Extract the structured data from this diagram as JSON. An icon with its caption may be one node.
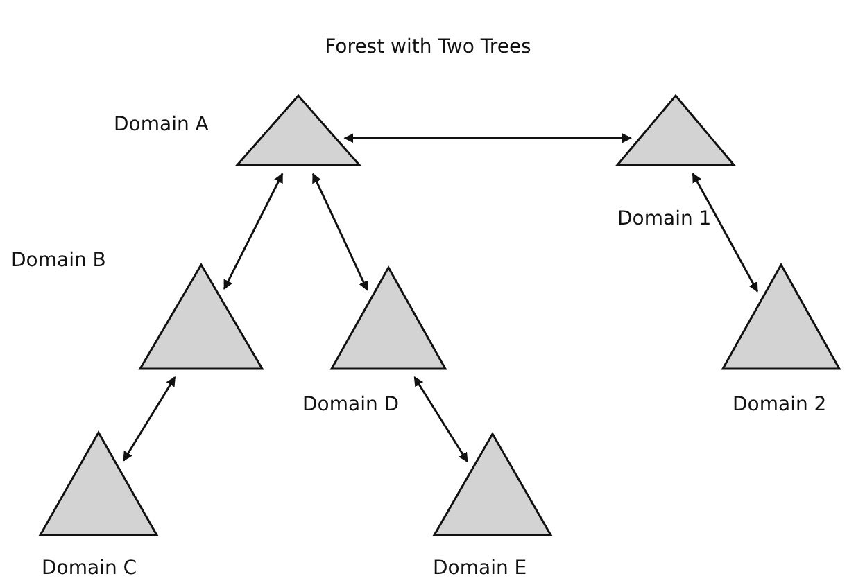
{
  "diagram": {
    "title": "Forest with Two Trees",
    "nodes": [
      {
        "text": [
          "Domain A"
        ]
      },
      {
        "text": [
          "Domain 1"
        ]
      },
      {
        "text": [
          "Domain B"
        ]
      },
      {
        "text": [
          "Domain D"
        ]
      },
      {
        "text": [
          "Domain 2"
        ]
      },
      {
        "text": [
          "Domain C"
        ]
      },
      {
        "text": [
          "Domain E"
        ]
      }
    ],
    "edges": [
      {
        "from": 0,
        "to": 1,
        "arrow": "both"
      },
      {
        "from": 0,
        "to": 2,
        "arrow": "both"
      },
      {
        "from": 0,
        "to": 3,
        "arrow": "both"
      },
      {
        "from": 1,
        "to": 4,
        "arrow": "both"
      },
      {
        "from": 2,
        "to": 5,
        "arrow": "both"
      },
      {
        "from": 3,
        "to": 6,
        "arrow": "both"
      }
    ]
  }
}
